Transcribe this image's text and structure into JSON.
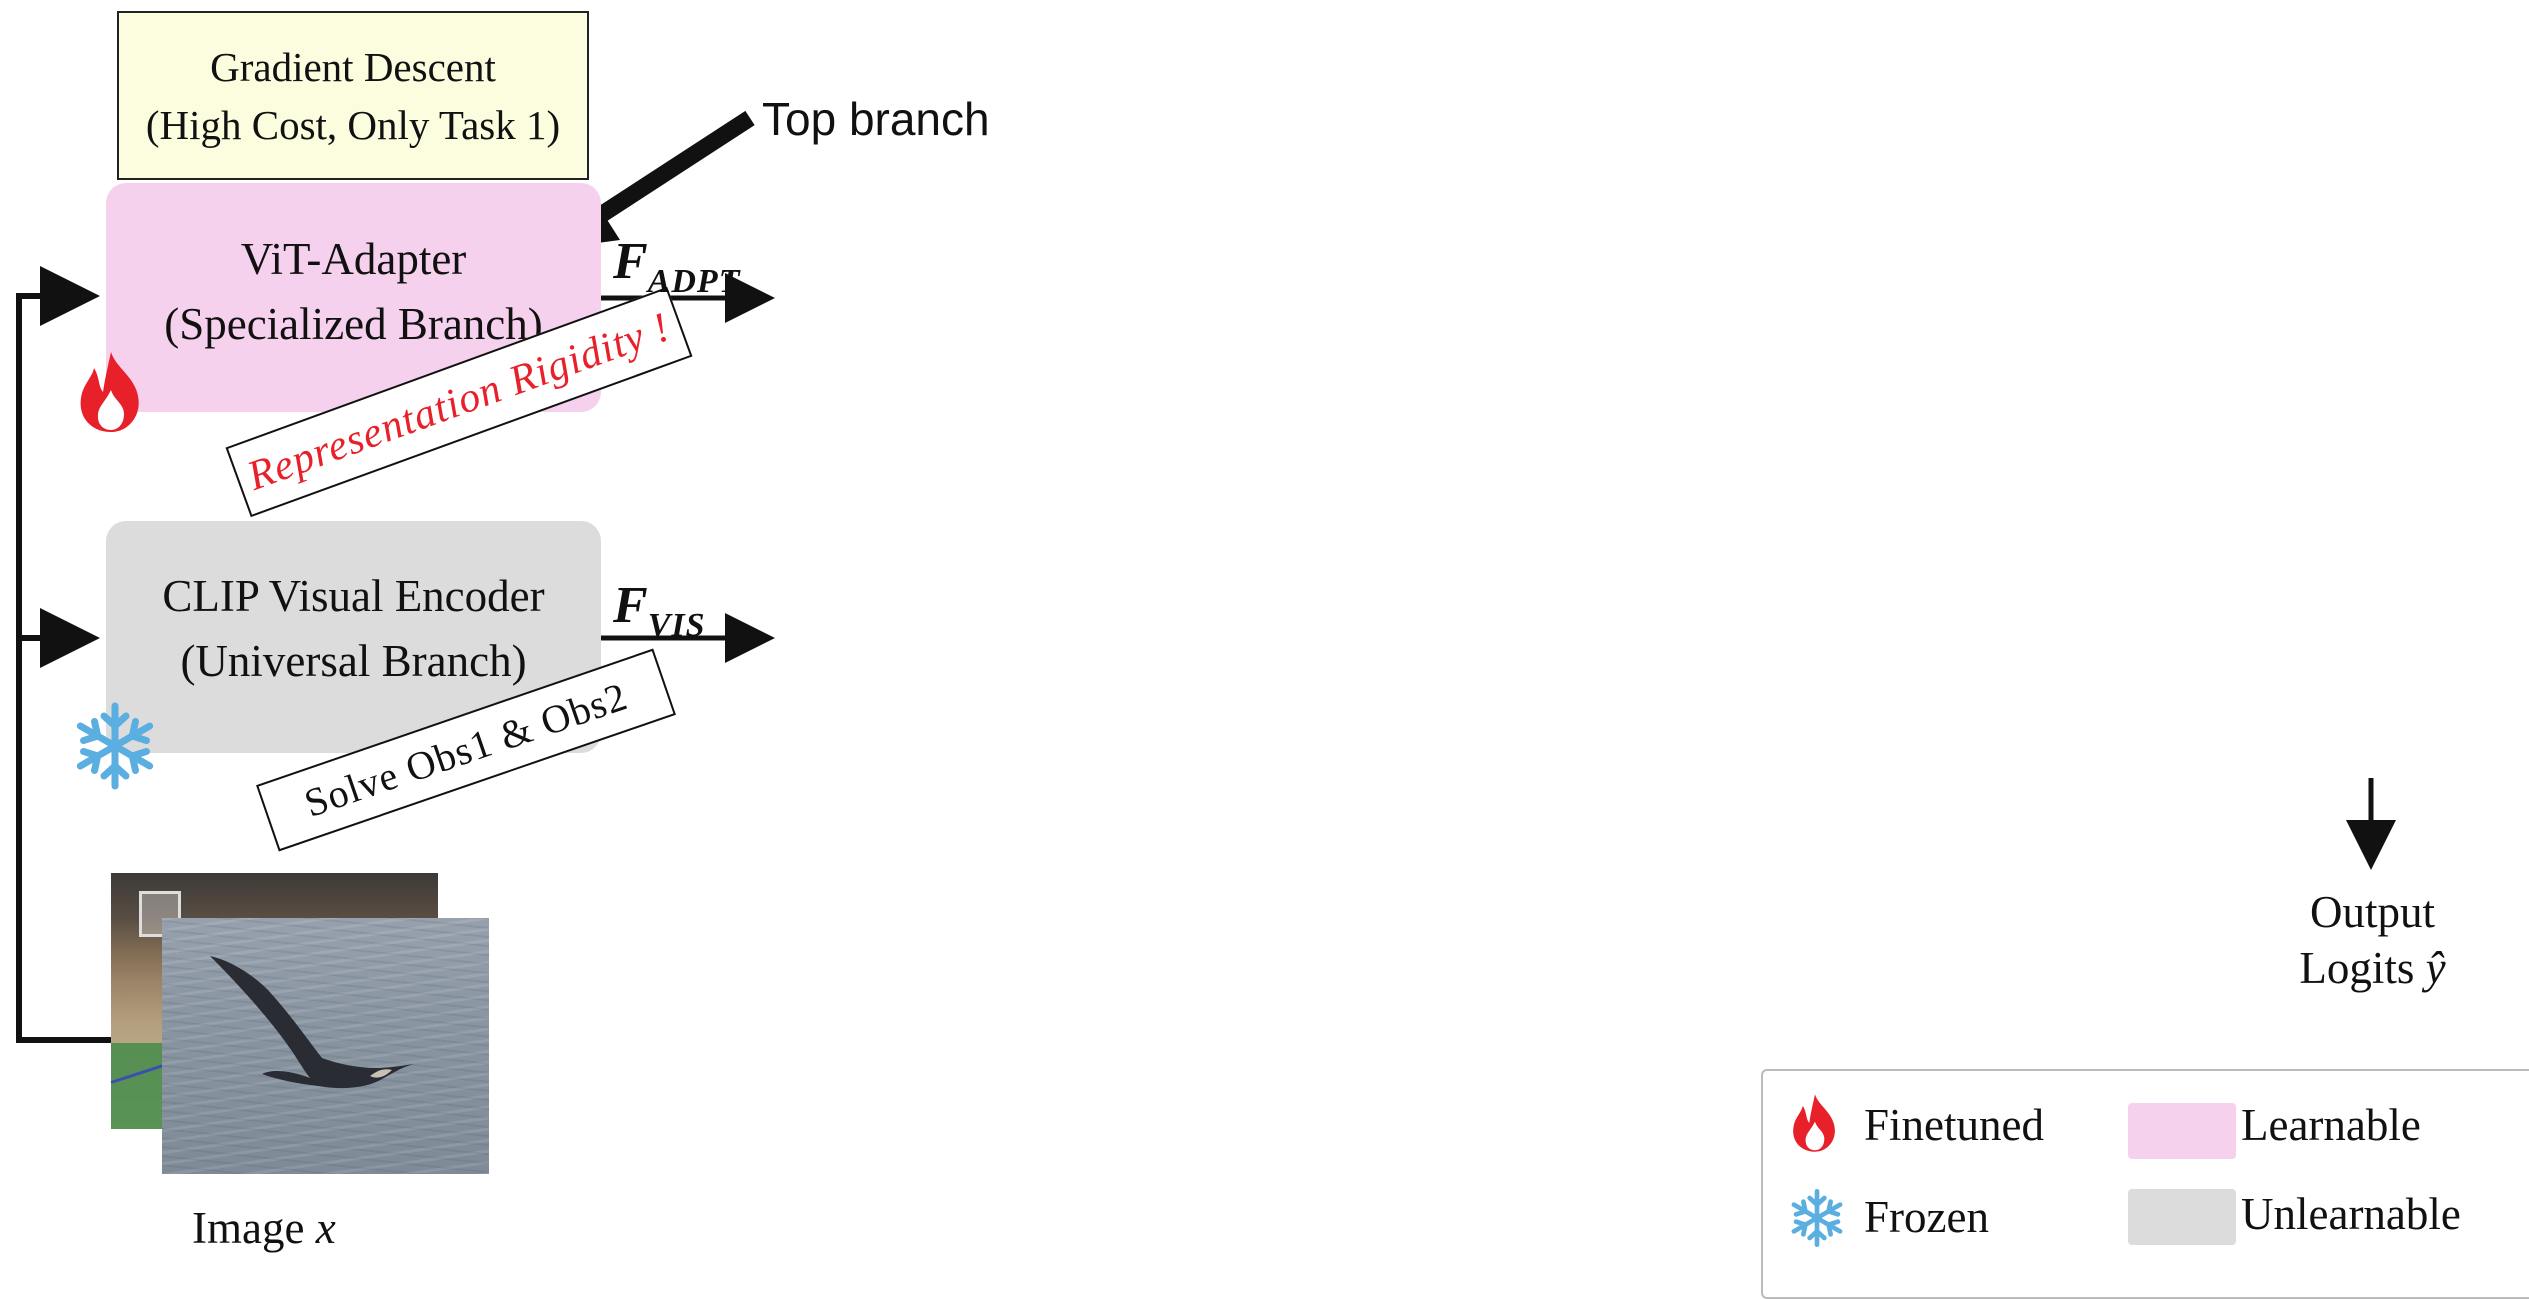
{
  "gradient_descent": {
    "line1": "Gradient Descent",
    "line2": "(High Cost, Only Task 1)"
  },
  "top_branch_label": "Top branch",
  "vit_adapter": {
    "line1": "ViT-Adapter",
    "line2": "(Specialized Branch)"
  },
  "rigidity_note": "Representation Rigidity !",
  "clip_encoder": {
    "line1": "CLIP Visual Encoder",
    "line2": "(Universal Branch)"
  },
  "solve_note": "Solve Obs1 & Obs2",
  "features": {
    "adapter": {
      "symbol": "F",
      "subscript": "ADPT"
    },
    "visual": {
      "symbol": "F",
      "subscript": "VIS"
    }
  },
  "output": {
    "line1": "Output",
    "line2_prefix": "Logits ",
    "symbol": "ŷ"
  },
  "image": {
    "prefix": "Image ",
    "symbol": "x"
  },
  "legend": {
    "finetuned": "Finetuned",
    "frozen": "Frozen",
    "learnable": "Learnable",
    "unlearnable": "Unlearnable"
  },
  "colors": {
    "learnable": "#f6d1ee",
    "unlearnable": "#dcdcdc",
    "gradient_box": "#fcfcde",
    "flame": "#e8202a",
    "snowflake": "#5aaee0",
    "warning_text": "#e8202a"
  },
  "icons": [
    "flame-icon",
    "snowflake-icon"
  ]
}
